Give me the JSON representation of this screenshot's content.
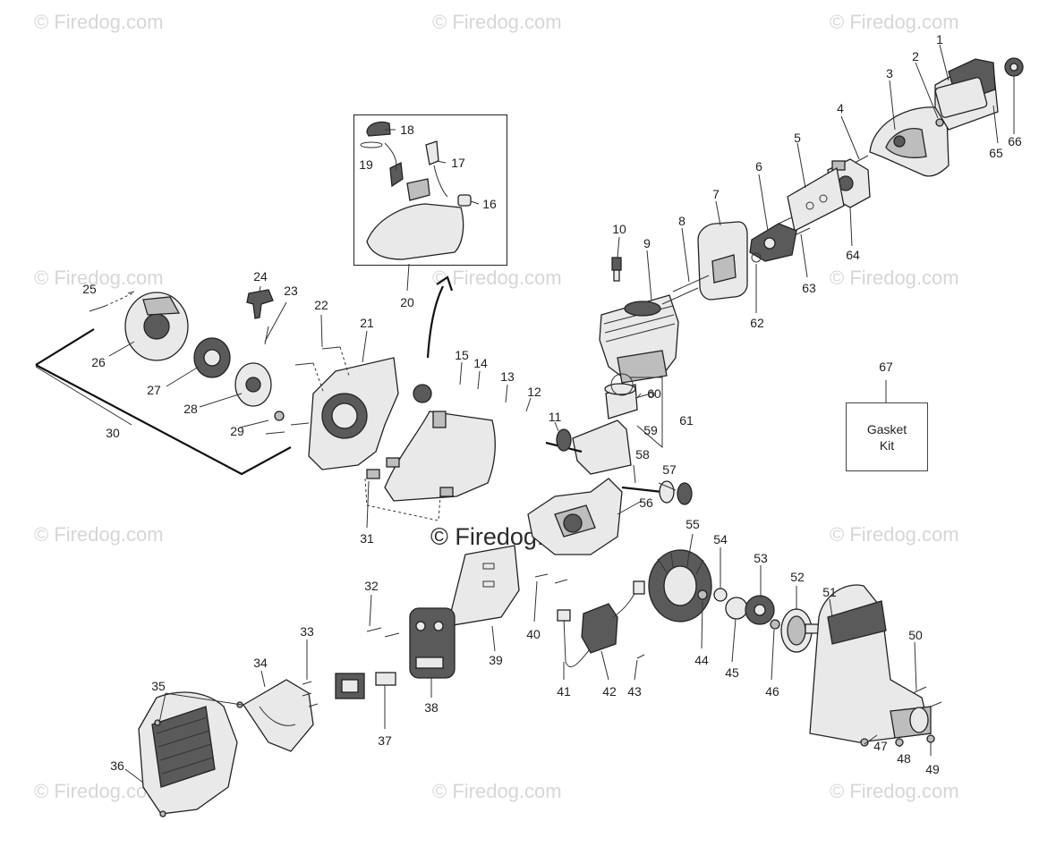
{
  "watermark": {
    "text": "© Firedog.com",
    "center_text": "© Firedog.com"
  },
  "gasket_kit": {
    "number": "67",
    "label": "Gasket\nKit"
  },
  "callouts": [
    "1",
    "2",
    "3",
    "4",
    "5",
    "6",
    "7",
    "8",
    "9",
    "10",
    "11",
    "12",
    "13",
    "14",
    "15",
    "16",
    "17",
    "18",
    "19",
    "20",
    "21",
    "22",
    "23",
    "24",
    "25",
    "26",
    "27",
    "28",
    "29",
    "30",
    "31",
    "32",
    "33",
    "34",
    "35",
    "36",
    "37",
    "38",
    "39",
    "40",
    "41",
    "42",
    "43",
    "44",
    "45",
    "46",
    "47",
    "48",
    "49",
    "50",
    "51",
    "52",
    "53",
    "54",
    "55",
    "56",
    "57",
    "58",
    "59",
    "60",
    "61",
    "62",
    "63",
    "64",
    "65",
    "66"
  ]
}
